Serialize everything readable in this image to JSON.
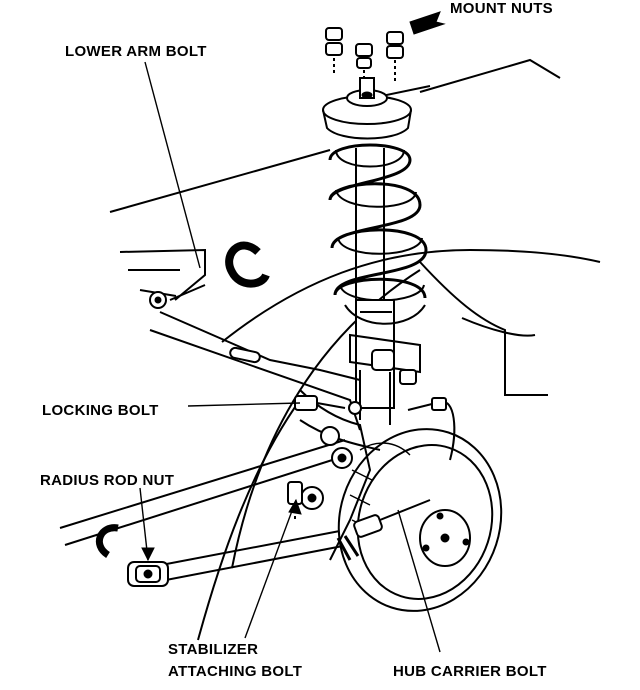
{
  "labels": {
    "mount_nuts": "MOUNT NUTS",
    "lower_arm_bolt": "LOWER ARM BOLT",
    "locking_bolt": "LOCKING BOLT",
    "radius_rod_nut": "RADIUS ROD NUT",
    "stabilizer_line1": "STABILIZER",
    "stabilizer_line2": "ATTACHING BOLT",
    "hub_carrier_bolt": "HUB CARRIER BOLT"
  }
}
